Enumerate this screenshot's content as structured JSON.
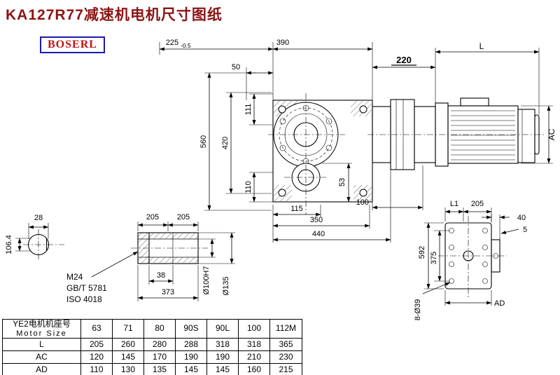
{
  "title": "KA127R77减速机电机尺寸图纸",
  "logo": "BOSERL",
  "colors": {
    "title_text": "#8c1414",
    "logo_text": "#c41212",
    "logo_border": "#1a1aae",
    "line": "#000000"
  },
  "dims": {
    "t225": "225",
    "t225tol": "-0.5",
    "t390": "390",
    "t50": "50",
    "t220": "220",
    "tL": "L",
    "v560": "560",
    "v420": "420",
    "v111": "111",
    "v110": "110",
    "b115": "115",
    "b53": "53",
    "b100": "100",
    "b350": "350",
    "b440": "440",
    "s28": "28",
    "s106": "106.4",
    "h205a": "205",
    "h205b": "205",
    "hM24": "M24",
    "hGBT": "GB/T 5781",
    "hISO": "ISO 4018",
    "h38": "38",
    "h373": "373",
    "h100h7": "Ø100H7",
    "h135": "Ø135",
    "fL1": "L1",
    "f205": "205",
    "f40": "40",
    "f5": "5",
    "f592": "592",
    "f375": "375",
    "f839": "8-Ø39",
    "fAD": "AD",
    "mAC": "AC"
  },
  "table": {
    "header_cn": "YE2电机机座号",
    "header_en": "Motor Size",
    "sizes": [
      "63",
      "71",
      "80",
      "90S",
      "90L",
      "100",
      "112M"
    ],
    "rows": [
      {
        "label": "L",
        "values": [
          "205",
          "260",
          "280",
          "288",
          "318",
          "318",
          "365"
        ]
      },
      {
        "label": "AC",
        "values": [
          "120",
          "145",
          "170",
          "190",
          "190",
          "210",
          "230"
        ]
      },
      {
        "label": "AD",
        "values": [
          "110",
          "130",
          "135",
          "145",
          "145",
          "160",
          "215"
        ]
      }
    ]
  }
}
